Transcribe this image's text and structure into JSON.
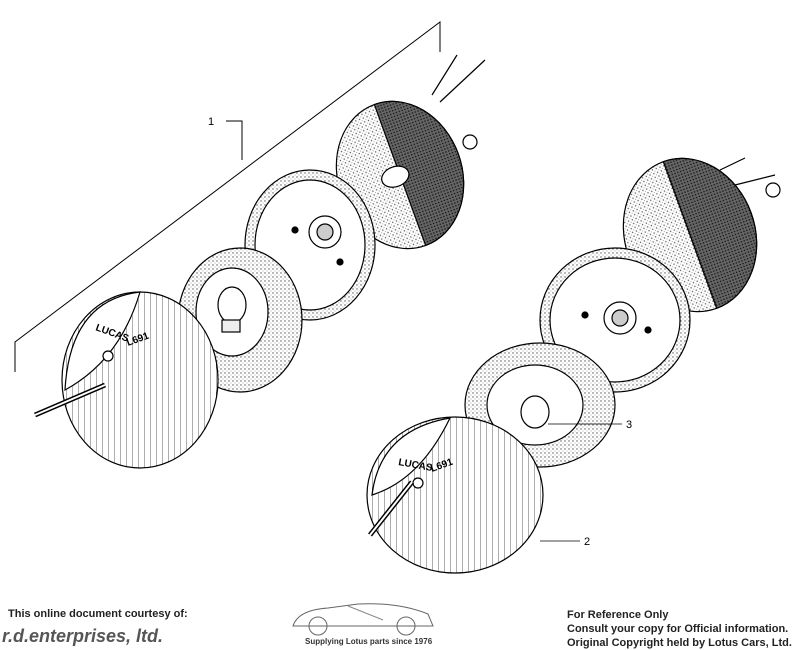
{
  "diagram": {
    "callouts": [
      "1",
      "2",
      "3"
    ],
    "lens_markings": {
      "brand": "LUCAS",
      "part": "L691"
    }
  },
  "footer": {
    "courtesy": "This online document courtesy of:",
    "company": "r.d.enterprises, ltd.",
    "tagline": "Supplying Lotus parts since 1976",
    "reference_lines": [
      "For Reference Only",
      "Consult your copy for Official information.",
      "Original Copyright held by Lotus Cars, Ltd."
    ]
  }
}
